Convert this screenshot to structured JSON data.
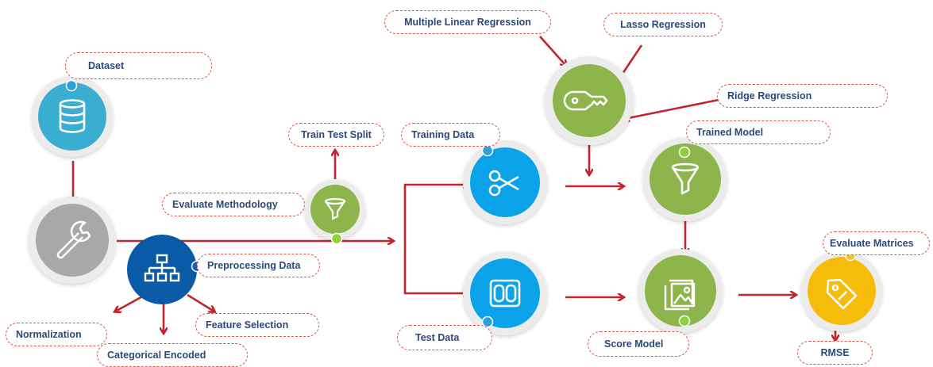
{
  "labels": {
    "dataset": "Dataset",
    "preprocessing": "Preprocessing Data",
    "normalization": "Normalization",
    "categorical": "Categorical Encoded",
    "feature_selection": "Feature Selection",
    "evaluate_methodology": "Evaluate Methodology",
    "train_test_split": "Train Test Split",
    "training_data": "Training Data",
    "test_data": "Test Data",
    "multiple_linear": "Multiple Linear Regression",
    "lasso": "Lasso Regression",
    "ridge": "Ridge Regression",
    "trained_model": "Trained Model",
    "score_model": "Score Model",
    "evaluate_matrices": "Evaluate Matrices",
    "rmse": "RMSE"
  },
  "colors": {
    "arrow": "#c0262c",
    "label_text": "#2b4a7a",
    "dashed_border": "#d9534f",
    "teal": "#3aaed0",
    "gray": "#a8a8a8",
    "navy": "#0b5aa8",
    "green": "#8db54b",
    "blue": "#0aa2e8",
    "yellow": "#f5bd0a",
    "dot_blue": "#2a9fd8",
    "dot_green": "#8fcf3a",
    "dot_yellow": "#f5c22a",
    "dot_navy": "#1860b0"
  },
  "icons": {
    "dataset": "database-icon",
    "preprocessing": "wrench-icon",
    "hierarchy": "hierarchy-icon",
    "split": "funnel-icon",
    "training": "scissors-icon",
    "test": "toggle-switch-icon",
    "regression": "key-icon",
    "trained": "funnel-icon",
    "score": "image-gallery-icon",
    "evaluate": "tag-icon"
  }
}
